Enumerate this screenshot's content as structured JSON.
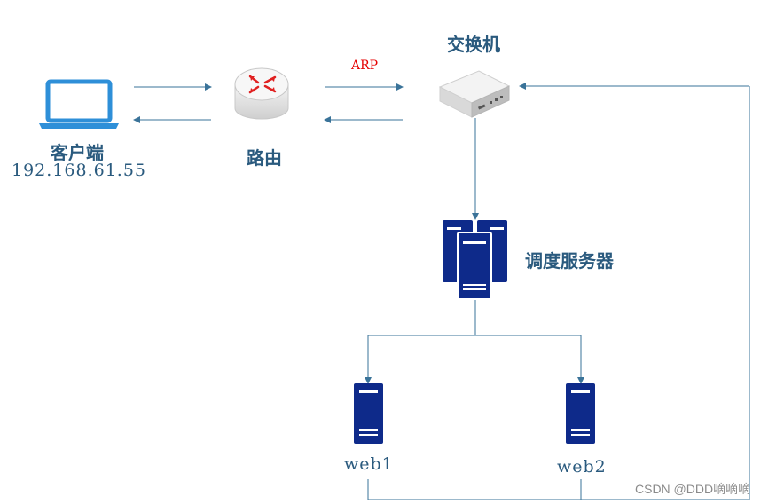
{
  "labels": {
    "client": "客户端",
    "client_ip": "192.168.61.55",
    "router": "路由",
    "switch": "交换机",
    "arp": "ARP",
    "scheduler": "调度服务器",
    "web1": "web1",
    "web2": "web2"
  },
  "watermark": "CSDN @DDD嘀嘀嘀",
  "colors": {
    "line": "#3a7399",
    "arp": "#e60000",
    "server": "#0e2a8a",
    "laptop": "#2e8fd8"
  },
  "icons": {
    "client": "laptop-icon",
    "router": "router-icon",
    "switch": "switch-icon",
    "scheduler": "server-cluster-icon",
    "web1": "server-icon",
    "web2": "server-icon"
  }
}
